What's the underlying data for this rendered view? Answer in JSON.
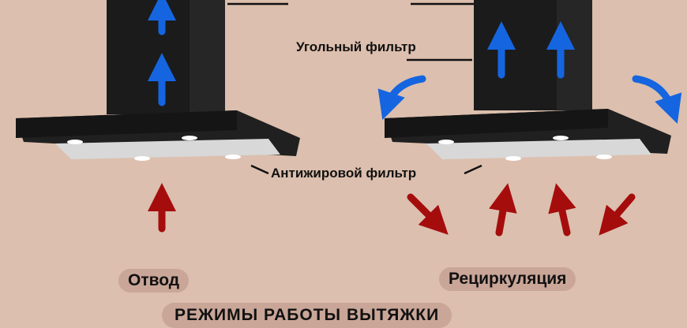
{
  "labels": {
    "carbon_filter": "Угольный фильтр",
    "grease_filter": "Антижировой фильтр"
  },
  "modes": {
    "exhaust": "Отвод",
    "recirculation": "Рециркуляция"
  },
  "title": "РЕЖИМЫ РАБОТЫ ВЫТЯЖКИ",
  "colors": {
    "background": "#dcbfae",
    "blue_arrow": "#1565e0",
    "red_arrow": "#a50d0d",
    "pill": "#c9a698"
  }
}
